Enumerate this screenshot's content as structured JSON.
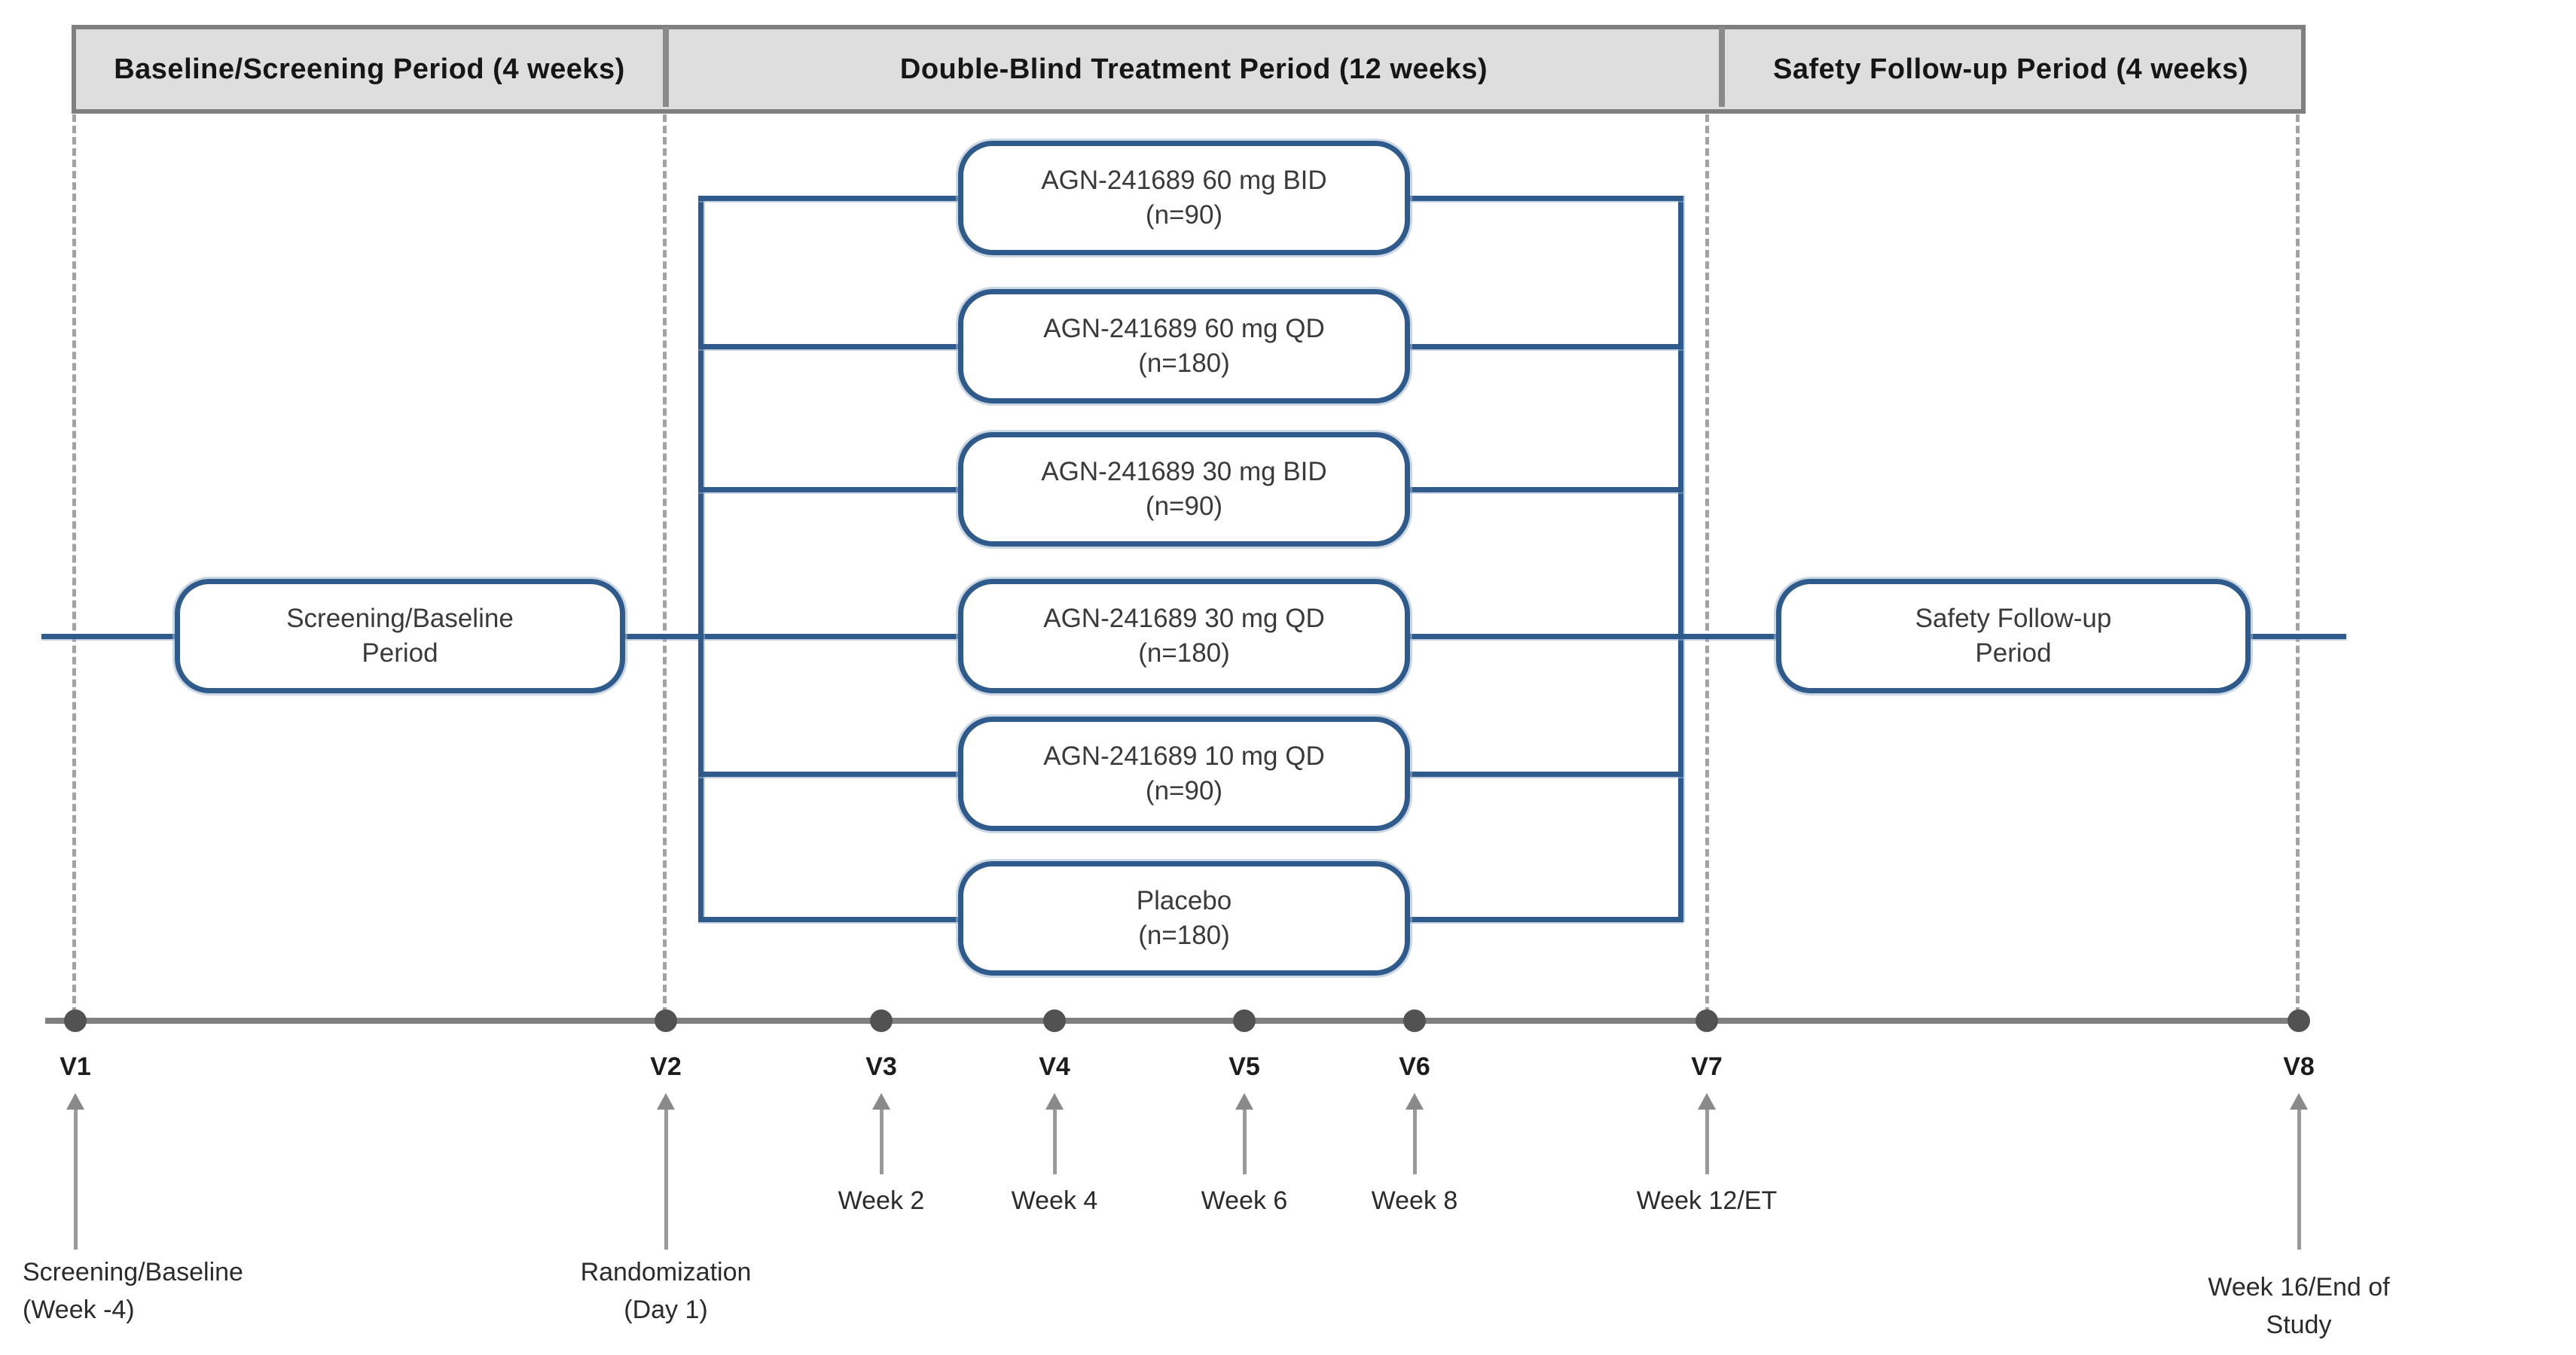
{
  "periods": [
    {
      "label": "Baseline/Screening Period (4 weeks)"
    },
    {
      "label": "Double-Blind Treatment Period (12 weeks)"
    },
    {
      "label": "Safety Follow-up Period (4 weeks)"
    }
  ],
  "screening_box": {
    "line1": "Screening/Baseline",
    "line2": "Period"
  },
  "safety_box": {
    "line1": "Safety Follow-up",
    "line2": "Period"
  },
  "arms": [
    {
      "name": "AGN-241689 60 mg BID",
      "n": "(n=90)"
    },
    {
      "name": "AGN-241689 60 mg QD",
      "n": "(n=180)"
    },
    {
      "name": "AGN-241689 30 mg BID",
      "n": "(n=90)"
    },
    {
      "name": "AGN-241689 30 mg QD",
      "n": "(n=180)"
    },
    {
      "name": "AGN-241689 10 mg QD",
      "n": "(n=90)"
    },
    {
      "name": "Placebo",
      "n": "(n=180)"
    }
  ],
  "visits": [
    {
      "label": "V1",
      "annotation_line1": "Screening/Baseline",
      "annotation_line2": "(Week -4)"
    },
    {
      "label": "V2",
      "annotation_line1": "Randomization",
      "annotation_line2": "(Day 1)"
    },
    {
      "label": "V3",
      "week": "Week 2"
    },
    {
      "label": "V4",
      "week": "Week 4"
    },
    {
      "label": "V5",
      "week": "Week 6"
    },
    {
      "label": "V6",
      "week": "Week 8"
    },
    {
      "label": "V7",
      "week": "Week 12/ET"
    },
    {
      "label": "V8",
      "annotation_line1": "Week 16/End of",
      "annotation_line2": "Study"
    }
  ],
  "colors": {
    "accent_blue": "#2e5b8c",
    "timeline_gray": "#7f7f7f",
    "header_fill": "#dedede",
    "header_border": "#7f7f7f"
  }
}
